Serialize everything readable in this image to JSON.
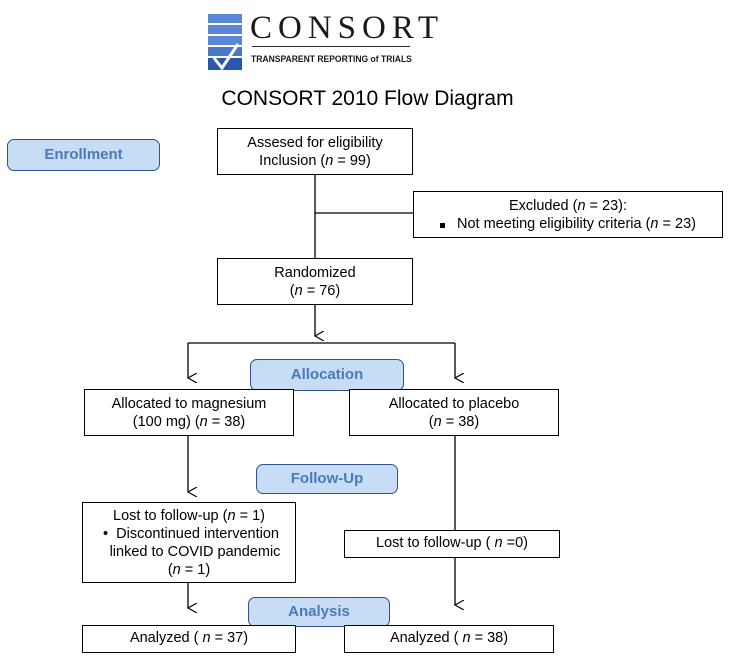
{
  "logo": {
    "word": "CONSORT",
    "tagline": "TRANSPARENT REPORTING of TRIALS",
    "colors": {
      "mark_light": "#5b88d6",
      "mark_dark": "#2a56b0"
    }
  },
  "title": "CONSORT 2010 Flow Diagram",
  "stages": {
    "enrollment": "Enrollment",
    "allocation": "Allocation",
    "follow_up": "Follow-Up",
    "analysis": "Analysis"
  },
  "boxes": {
    "eligibility": {
      "line1": "Assesed for eligibility",
      "line2_prefix": "Inclusion (",
      "n_symbol": "n",
      "line2_suffix": " = 99)"
    },
    "excluded": {
      "line1_prefix": "Excluded (",
      "n_symbol": "n",
      "line1_suffix": " = 23):",
      "bullet_prefix": "Not meeting eligibility criteria (",
      "bullet_n": "n",
      "bullet_suffix": " = 23)"
    },
    "randomized": {
      "line1": "Randomized",
      "line2_prefix": "(",
      "n_symbol": "n",
      "line2_suffix": " = 76)"
    },
    "alloc_magnesium": {
      "line1": "Allocated to magnesium",
      "line2_prefix": "(100 mg) (",
      "n_symbol": "n",
      "line2_suffix": " = 38)"
    },
    "alloc_placebo": {
      "line1": "Allocated to placebo",
      "line2_prefix": "(",
      "n_symbol": "n",
      "line2_suffix": " = 38)"
    },
    "lost_magnesium": {
      "line1_prefix": "Lost to follow-up (",
      "n_symbol": "n",
      "line1_suffix": " = 1)",
      "bullet_symbol": "•",
      "bullet_line1": "Discontinued intervention",
      "bullet_line2": "linked to COVID pandemic",
      "line_n_prefix": "(",
      "line_n_symbol": "n",
      "line_n_suffix": " = 1)"
    },
    "lost_placebo": {
      "prefix": "Lost to follow-up ( ",
      "n_symbol": "n",
      "suffix": " =0)"
    },
    "analyzed_magnesium": {
      "prefix": "Analyzed ( ",
      "n_symbol": "n",
      "suffix": " = 37)"
    },
    "analyzed_placebo": {
      "prefix": "Analyzed ( ",
      "n_symbol": "n",
      "suffix": " = 38)"
    }
  }
}
